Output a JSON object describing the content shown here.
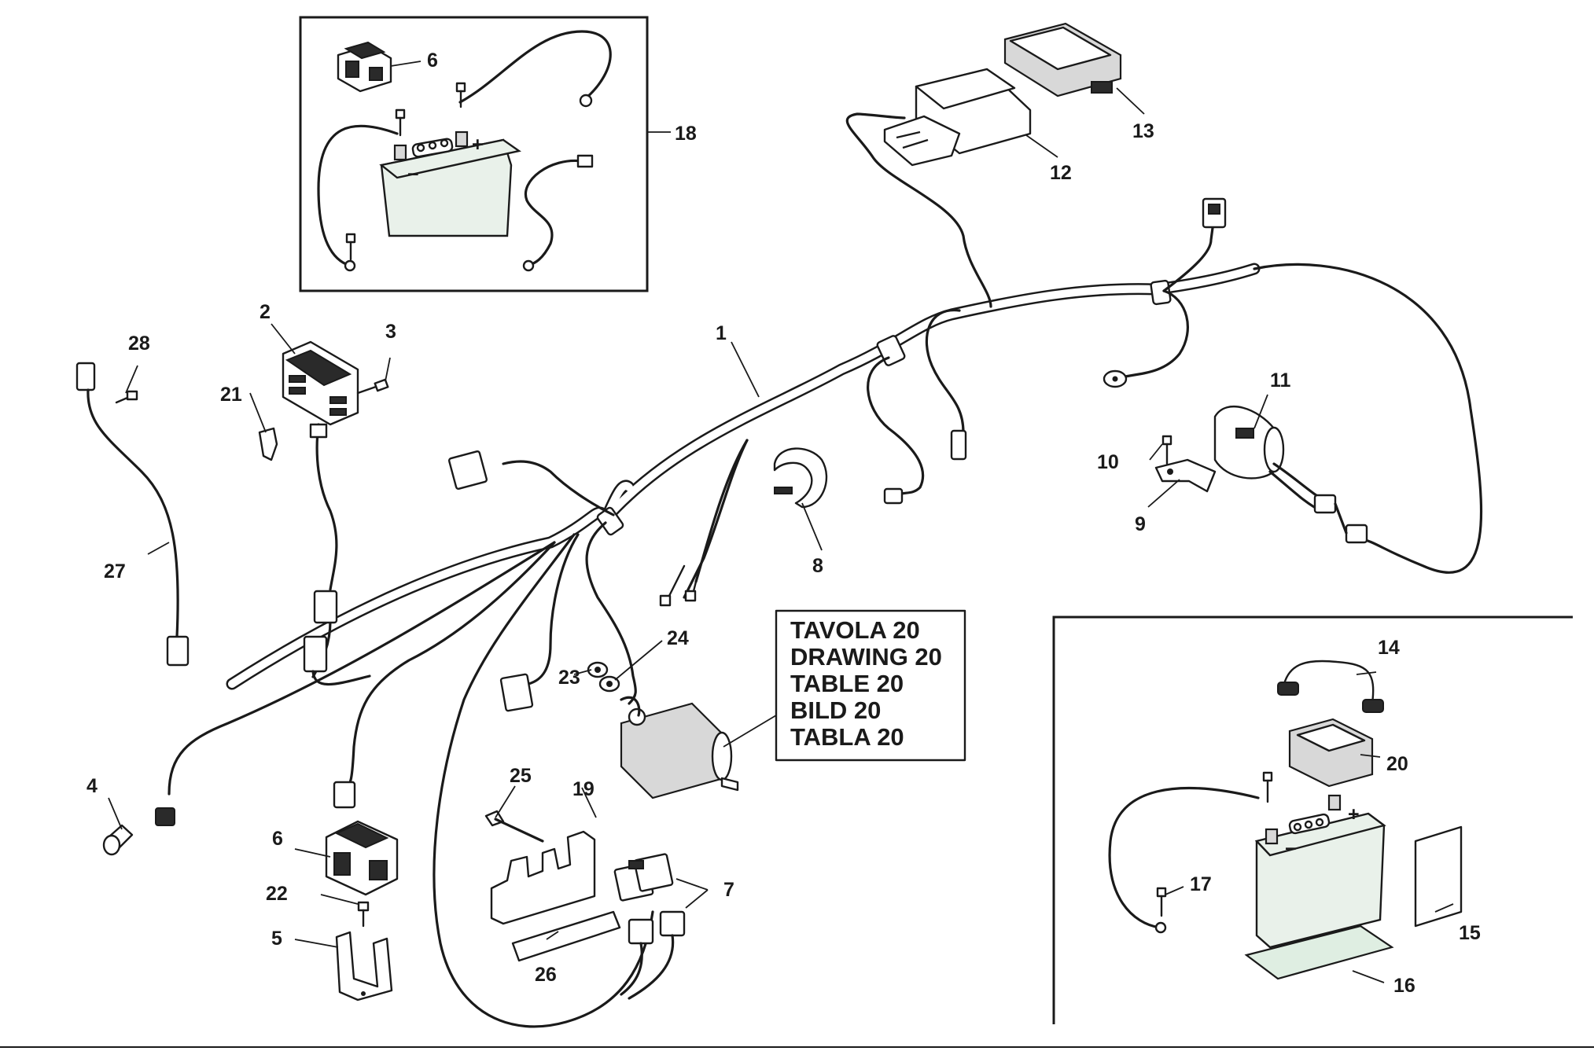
{
  "callouts": {
    "c1": "1",
    "c2": "2",
    "c3": "3",
    "c4": "4",
    "c5": "5",
    "c6a": "6",
    "c6b": "6",
    "c7": "7",
    "c8": "8",
    "c9": "9",
    "c10": "10",
    "c11": "11",
    "c12": "12",
    "c13": "13",
    "c14": "14",
    "c15": "15",
    "c16": "16",
    "c17": "17",
    "c18": "18",
    "c19": "19",
    "c20": "20",
    "c21": "21",
    "c22": "22",
    "c23": "23",
    "c24": "24",
    "c25": "25",
    "c26": "26",
    "c27": "27",
    "c28": "28"
  },
  "reference_box": {
    "lines": [
      "TAVOLA 20",
      "DRAWING 20",
      "TABLE 20",
      "BILD 20",
      "TABLA 20"
    ]
  },
  "battery_marks": {
    "plus_a": "+",
    "minus_a": "−",
    "plus_b": "+",
    "minus_b": "−"
  }
}
